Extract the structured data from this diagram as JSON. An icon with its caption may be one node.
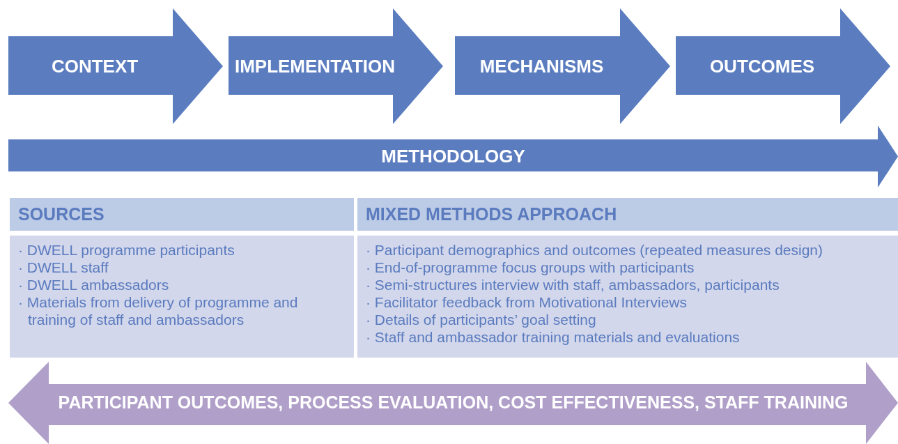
{
  "diagram": {
    "nodes": [
      {
        "text": [
          "CONTEXT"
        ]
      },
      {
        "text": [
          "IMPLEMENTATION"
        ]
      },
      {
        "text": [
          "MECHANISMS"
        ]
      },
      {
        "text": [
          "OUTCOMES"
        ]
      },
      {
        "text": [
          "METHODOLOGY"
        ]
      },
      {
        "text": [
          "SOURCES"
        ]
      },
      {
        "text": [
          "MIXED METHODS APPROACH"
        ]
      },
      {
        "text": [
          "· DWELL programme participants",
          "· DWELL staff",
          "· DWELL ambassadors",
          "· Materials from delivery of programme and training of staff and ambassadors"
        ]
      },
      {
        "text": [
          "· Participant demographics and outcomes (repeated measures design)",
          "· End-of-programme focus groups with participants",
          "· Semi-structures interview with staff, ambassadors, participants",
          "· Facilitator feedback from Motivational Interviews",
          "· Details of participants’ goal setting",
          "· Staff and ambassador training materials and evaluations"
        ]
      },
      {
        "text": [
          "PARTICIPANT OUTCOMES, PROCESS EVALUATION, COST EFFECTIVENESS, STAFF TRAINING"
        ]
      }
    ]
  }
}
